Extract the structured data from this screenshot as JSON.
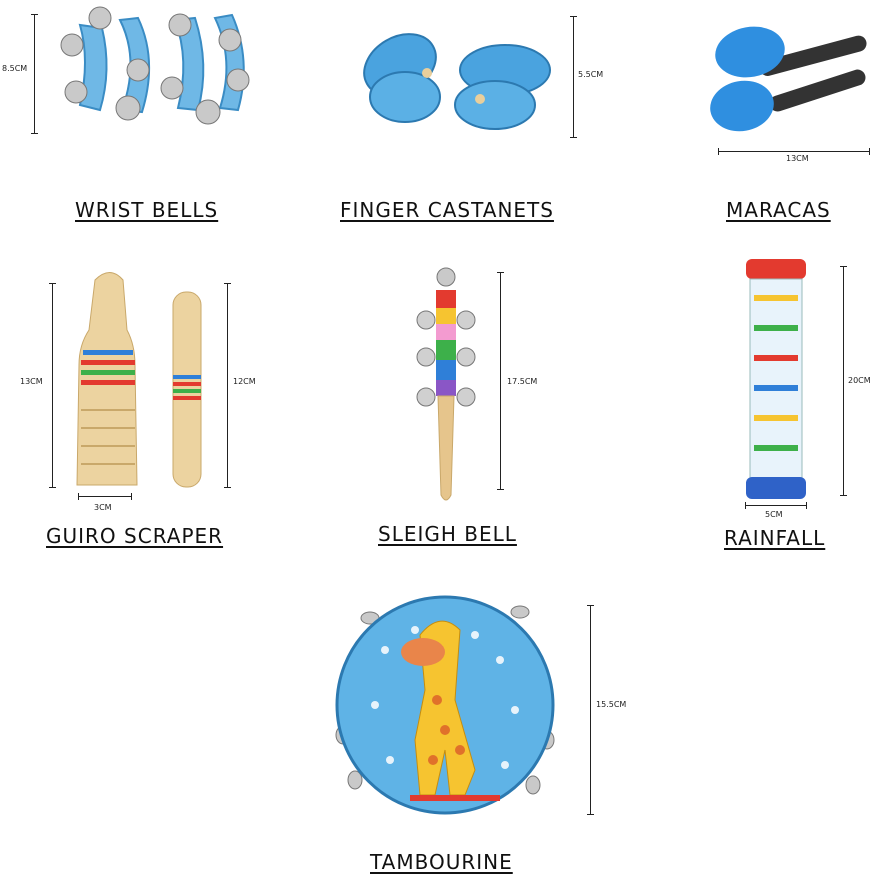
{
  "items": {
    "wrist_bells": {
      "label": "WRIST BELLS",
      "size": "8.5CM"
    },
    "finger_castanets": {
      "label": "FINGER CASTANETS",
      "size": "5.5CM"
    },
    "maracas": {
      "label": "MARACAS",
      "size": "13CM"
    },
    "guiro_scraper": {
      "label": "GUIRO SCRAPER",
      "size_height": "13CM",
      "size_width": "3CM",
      "size_stick": "12CM"
    },
    "sleigh_bell": {
      "label": "SLEIGH BELL",
      "size": "17.5CM"
    },
    "rainfall": {
      "label": "RAINFALL",
      "size_height": "20CM",
      "size_width": "5CM"
    },
    "tambourine": {
      "label": "TAMBOURINE",
      "size": "15.5CM"
    }
  },
  "colors": {
    "blue": "#4aa3df",
    "wood": "#e9cf9c",
    "silver": "#c8c8c8",
    "red": "#e33a2f",
    "yellow": "#f6c430"
  }
}
